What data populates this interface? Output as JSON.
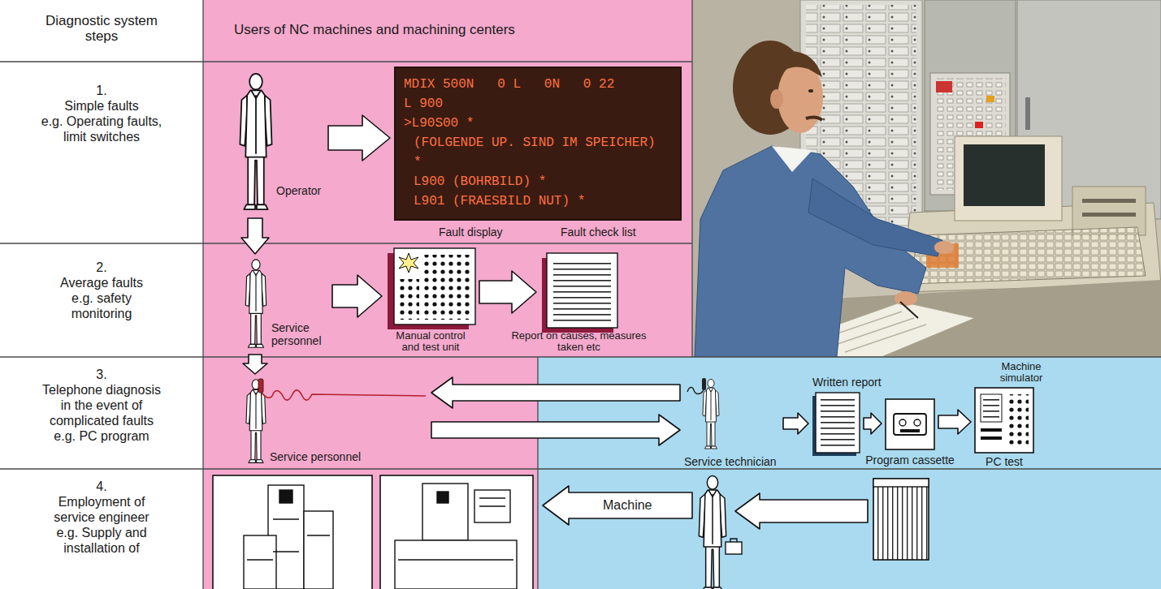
{
  "diagram": {
    "nodes": [
      {
        "text": [
          "Operator"
        ]
      },
      {
        "text": [
          "MDIX 500N   0 L   0N   0 22",
          "L 900",
          ">L90S00 *",
          "(FOLGENDE UP. SIND IM SPEICHER)",
          "*",
          "L900 (BOHRBILD) *",
          "L901 (FRAESBILD NUT) *",
          "Fault display",
          "Fault check list"
        ]
      },
      {
        "text": [
          "Service personnel"
        ]
      },
      {
        "text": [
          "Manual control and test unit"
        ]
      },
      {
        "text": [
          "Report on causes, measures taken etc"
        ]
      },
      {
        "text": [
          "Service personnel"
        ]
      },
      {
        "text": [
          "Service technician"
        ]
      },
      {
        "text": [
          "Written report"
        ]
      },
      {
        "text": [
          "Program cassette"
        ]
      },
      {
        "text": [
          "Machine simulator",
          "PC test"
        ]
      }
    ],
    "edges": [
      {
        "from": 0,
        "to": 1,
        "arrow": "to"
      },
      {
        "from": 0,
        "to": 2,
        "arrow": "to"
      },
      {
        "from": 2,
        "to": 3,
        "arrow": "to"
      },
      {
        "from": 3,
        "to": 4,
        "arrow": "to"
      },
      {
        "from": 2,
        "to": 5,
        "arrow": "to"
      },
      {
        "from": 6,
        "to": 5,
        "arrow": "to"
      },
      {
        "from": 5,
        "to": 6,
        "arrow": "to"
      },
      {
        "from": 6,
        "to": 7,
        "arrow": "to"
      },
      {
        "from": 7,
        "to": 8,
        "arrow": "to"
      },
      {
        "from": 8,
        "to": 9,
        "arrow": "to"
      }
    ],
    "labels": [
      "Diagnostic system steps",
      "Users of NC machines and machining centers",
      "1.",
      "Simple faults",
      "e.g. Operating faults, limit switches",
      "2.",
      "Average faults",
      "e.g. safety monitoring",
      "3.",
      "Telephone diagnosis in the event of complicated faults",
      "e.g. PC program",
      "4.",
      "Employment of service engineer",
      "e.g. Supply and installation of",
      "Machine"
    ]
  }
}
